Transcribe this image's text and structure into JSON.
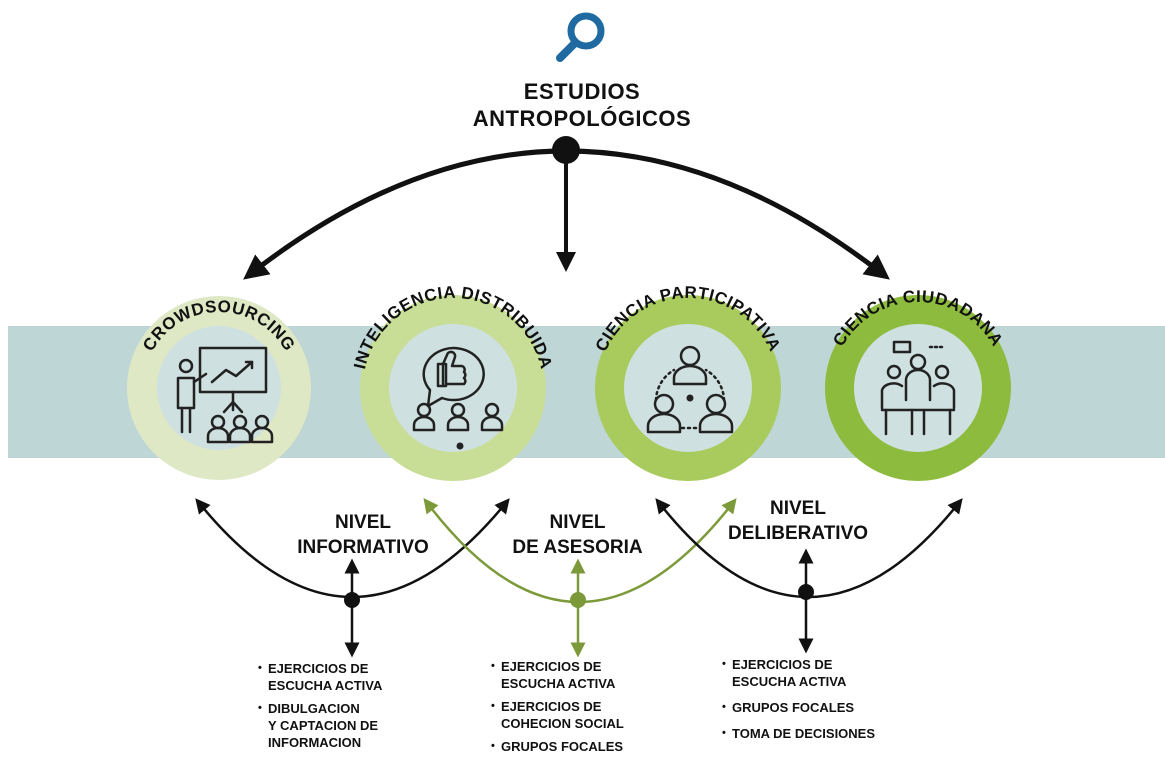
{
  "title": {
    "line1": "ESTUDIOS",
    "line2": "ANTROPOLÓGICOS",
    "icon": "magnifier-icon"
  },
  "colors": {
    "band": "#bfd6d6",
    "ring_light": "#dfe8c5",
    "ring_mid": "#c8dd95",
    "ring_green": "#a9ca5c",
    "ring_dark": "#8dbb3e",
    "inner": "#cfe0e0",
    "arrow_dark": "#111111",
    "arrow_green": "#7d9a3a"
  },
  "circles": [
    {
      "label": "CROWDSOURCING",
      "icon": "presentation-audience-icon"
    },
    {
      "label": "INTELIGENCIA DISTRIBUIDA",
      "icon": "thumbs-up-group-icon"
    },
    {
      "label": "CIENCIA PARTICIPATIVA",
      "icon": "connected-people-icon"
    },
    {
      "label": "CIENCIA CIUDADANA",
      "icon": "meeting-table-icon"
    }
  ],
  "levels": [
    {
      "line1": "NIVEL",
      "line2": "INFORMATIVO",
      "bullets": [
        "EJERCICIOS DE\nESCUCHA ACTIVA",
        "DIBULGACION\nY CAPTACION DE\nINFORMACION"
      ]
    },
    {
      "line1": "NIVEL",
      "line2": "DE ASESORIA",
      "bullets": [
        "EJERCICIOS DE\nESCUCHA ACTIVA",
        "EJERCICIOS DE\nCOHECION SOCIAL",
        "GRUPOS FOCALES"
      ]
    },
    {
      "line1": "NIVEL",
      "line2": "DELIBERATIVO",
      "bullets": [
        "EJERCICIOS DE\nESCUCHA ACTIVA",
        "GRUPOS FOCALES",
        "TOMA DE DECISIONES"
      ]
    }
  ]
}
